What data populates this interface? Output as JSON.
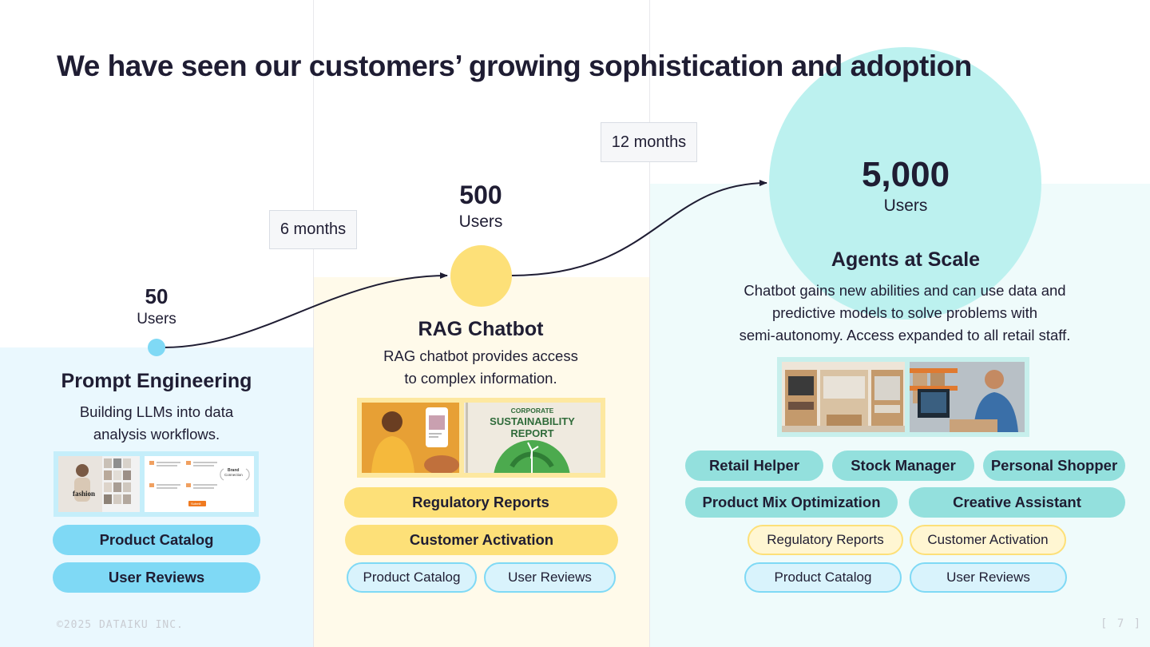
{
  "title": "We have seen our customers’ growing sophistication and adoption",
  "colors": {
    "zone1_bg": "#eaf8fe",
    "zone2_bg": "#fffaea",
    "zone3_bg": "#effbfb",
    "dot1": "#7fd9f5",
    "dot2": "#fde078",
    "dot3": "#bcf1ef",
    "line": "#1f1d33"
  },
  "durations": [
    {
      "label": "6 months"
    },
    {
      "label": "12 months"
    }
  ],
  "stages": [
    {
      "count": "50",
      "unit": "Users",
      "name": "Prompt Engineering",
      "desc_lines": [
        "Building LLMs into data",
        "analysis workflows."
      ],
      "images": {
        "left_caption": "fashion",
        "right_button": "Submit",
        "right_badge_line1": "Brand",
        "right_badge_line2": "Connection"
      },
      "tags": [
        "Product Catalog",
        "User Reviews"
      ]
    },
    {
      "count": "500",
      "unit": "Users",
      "name": "RAG Chatbot",
      "desc_lines": [
        "RAG chatbot provides access",
        "to complex information."
      ],
      "images": {
        "report_line1": "CORPORATE",
        "report_line2": "SUSTAINABILITY",
        "report_line3": "REPORT"
      },
      "tags_primary": [
        "Regulatory Reports",
        "Customer Activation"
      ],
      "tags_secondary": [
        "Product Catalog",
        "User Reviews"
      ]
    },
    {
      "count": "5,000",
      "unit": "Users",
      "name": "Agents at Scale",
      "desc_lines": [
        "Chatbot gains new abilities and can use data and",
        "predictive models  to solve problems with",
        "semi-autonomy. Access expanded to all retail staff."
      ],
      "tags_row1": [
        "Retail Helper",
        "Stock Manager",
        "Personal Shopper"
      ],
      "tags_row2": [
        "Product Mix Optimization",
        "Creative Assistant"
      ],
      "tags_row3": [
        "Regulatory Reports",
        "Customer Activation"
      ],
      "tags_row4": [
        "Product Catalog",
        "User Reviews"
      ]
    }
  ],
  "footer": {
    "copyright": "©2025 DATAIKU INC.",
    "page": "[ 7 ]"
  }
}
